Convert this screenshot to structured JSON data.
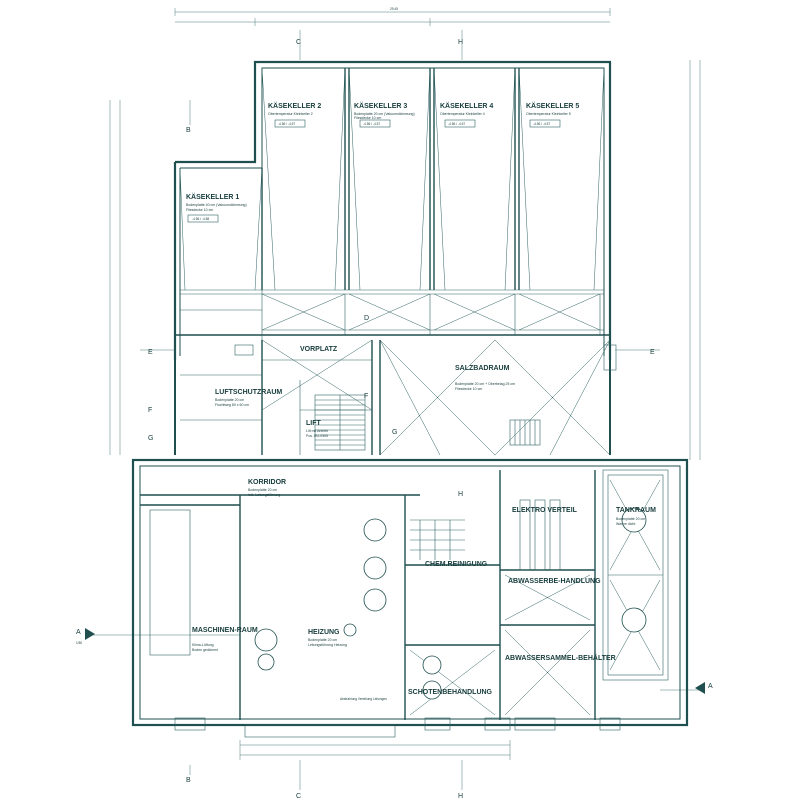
{
  "rooms": {
    "kaesekeller1": {
      "name": "KÄSEKELLER 1",
      "lines": [
        "Bodenplatte 40 cm (Vakuumdämmung)",
        "Fliesdecke 10 cm"
      ],
      "level": "-4.56 / -4.58"
    },
    "kaesekeller2": {
      "name": "KÄSEKELLER 2",
      "lines": [
        "Obertemperatur Kleinkeller 2"
      ],
      "level": "-4.56 / -4.57"
    },
    "kaesekeller3": {
      "name": "KÄSEKELLER 3",
      "lines": [
        "Bodenplatte 20 cm (Vakuumdämmung)",
        "Fliesdecke 10 cm"
      ],
      "level": "-4.56 / -4.57"
    },
    "kaesekeller4": {
      "name": "KÄSEKELLER 4",
      "lines": [
        "Obertemperatur Kleinkeller 4"
      ],
      "level": "-4.56 / -4.57"
    },
    "kaesekeller5": {
      "name": "KÄSEKELLER 5",
      "lines": [
        "Obertemperatur Kleinkeller 5"
      ],
      "level": "-4.56 / -4.57"
    },
    "vorplatz": {
      "name": "VORPLATZ"
    },
    "salzbadraum": {
      "name": "SALZBADRAUM",
      "lines": [
        "Bodenplatte 20 cm + Oberbelag 25 cm",
        "Fliesdecke 10 cm"
      ]
    },
    "luftschutzraum": {
      "name": "LUFTSCHUTZRAUM",
      "lines": [
        "Bodenplatte 20 cm",
        "Fluchtweg 80 x 60 cm"
      ]
    },
    "lift": {
      "name": "LIFT",
      "lines": [
        "Lift mit Antrieb",
        "Pos. RU-0305"
      ]
    },
    "korridor": {
      "name": "KORRIDOR",
      "lines": [
        "Bodenplatte 20 cm",
        "inkl. Leitungsführung"
      ]
    },
    "maschinenraum": {
      "name": "MASCHINEN-RAUM",
      "lines": [
        "Klima-Lüftung",
        "Boden gedämmt"
      ]
    },
    "heizung": {
      "name": "HEIZUNG",
      "lines": [
        "Bodenplatte 20 cm",
        "Leitungsführung Heizung"
      ]
    },
    "chemreinigung": {
      "name": "CHEM.REINIGUNG"
    },
    "elektroverteil": {
      "name": "ELEKTRO VERTEIL"
    },
    "abwasserbehandlung": {
      "name": "ABWASSERBE-HANDLUNG"
    },
    "abwassersammelbehaelter": {
      "name": "ABWASSERSAMMEL-BEHÄLTER"
    },
    "schotenbehandlung": {
      "name": "SCHOTENBEHANDLUNG"
    },
    "tankraum": {
      "name": "TANKRAUM",
      "lines": [
        "Bodenplatte 20 cm",
        "Wanne dicht"
      ]
    }
  },
  "section_marks": {
    "a": "A",
    "b": "B",
    "c": "C",
    "d": "D",
    "e": "E",
    "f": "F",
    "g": "G",
    "h": "H",
    "a_scale": "1/50"
  },
  "annotations": {
    "top_dim": "29.45",
    "slab_note": "Fliesdecke 10 cm",
    "lower_note": "Abstrahlung Verteilung Leitungen"
  },
  "colors": {
    "line": "#1f4f4f",
    "background": "#ffffff"
  }
}
